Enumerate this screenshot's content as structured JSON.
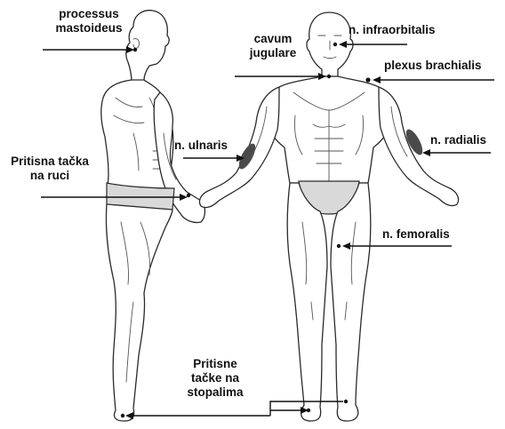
{
  "labels": {
    "processus_mastoideus": "processus mastoideus",
    "cavum_jugulare": "cavum jugulare",
    "n_infraorbitalis": "n. infraorbitalis",
    "plexus_brachialis": "plexus brachialis",
    "n_ulnaris": "n. ulnaris",
    "n_radialis": "n. radialis",
    "pritisna_tacka_na_ruci": "Pritisna tačka na ruci",
    "n_femoralis": "n. femoralis",
    "pritisne_tacke_na_stopalima": "Pritisne tačke na stopalima"
  },
  "colors": {
    "line": "#2a2a2a",
    "label": "#111111",
    "nerve_highlight": "#4a4a4a",
    "briefs": "#d9d9d9"
  }
}
